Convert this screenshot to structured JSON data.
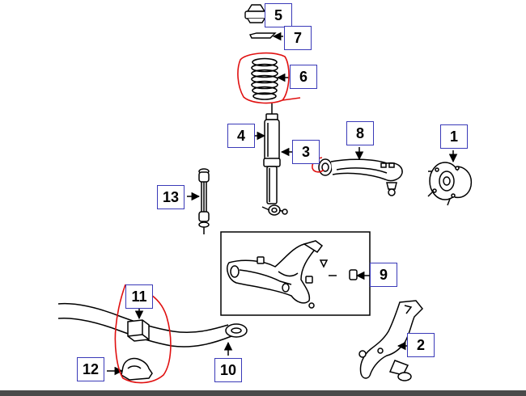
{
  "diagram": {
    "callouts": [
      {
        "id": "c5",
        "label": "5"
      },
      {
        "id": "c7",
        "label": "7"
      },
      {
        "id": "c6",
        "label": "6"
      },
      {
        "id": "c4",
        "label": "4"
      },
      {
        "id": "c3",
        "label": "3"
      },
      {
        "id": "c8",
        "label": "8"
      },
      {
        "id": "c1",
        "label": "1"
      },
      {
        "id": "c13",
        "label": "13"
      },
      {
        "id": "c9",
        "label": "9"
      },
      {
        "id": "c11",
        "label": "11"
      },
      {
        "id": "c2",
        "label": "2"
      },
      {
        "id": "c12",
        "label": "12"
      },
      {
        "id": "c10",
        "label": "10"
      }
    ],
    "colors": {
      "line": "#000000",
      "callout_border": "#3a3ab8",
      "annotation": "#e01010",
      "bottom_bar": "#4a4a4a"
    }
  }
}
